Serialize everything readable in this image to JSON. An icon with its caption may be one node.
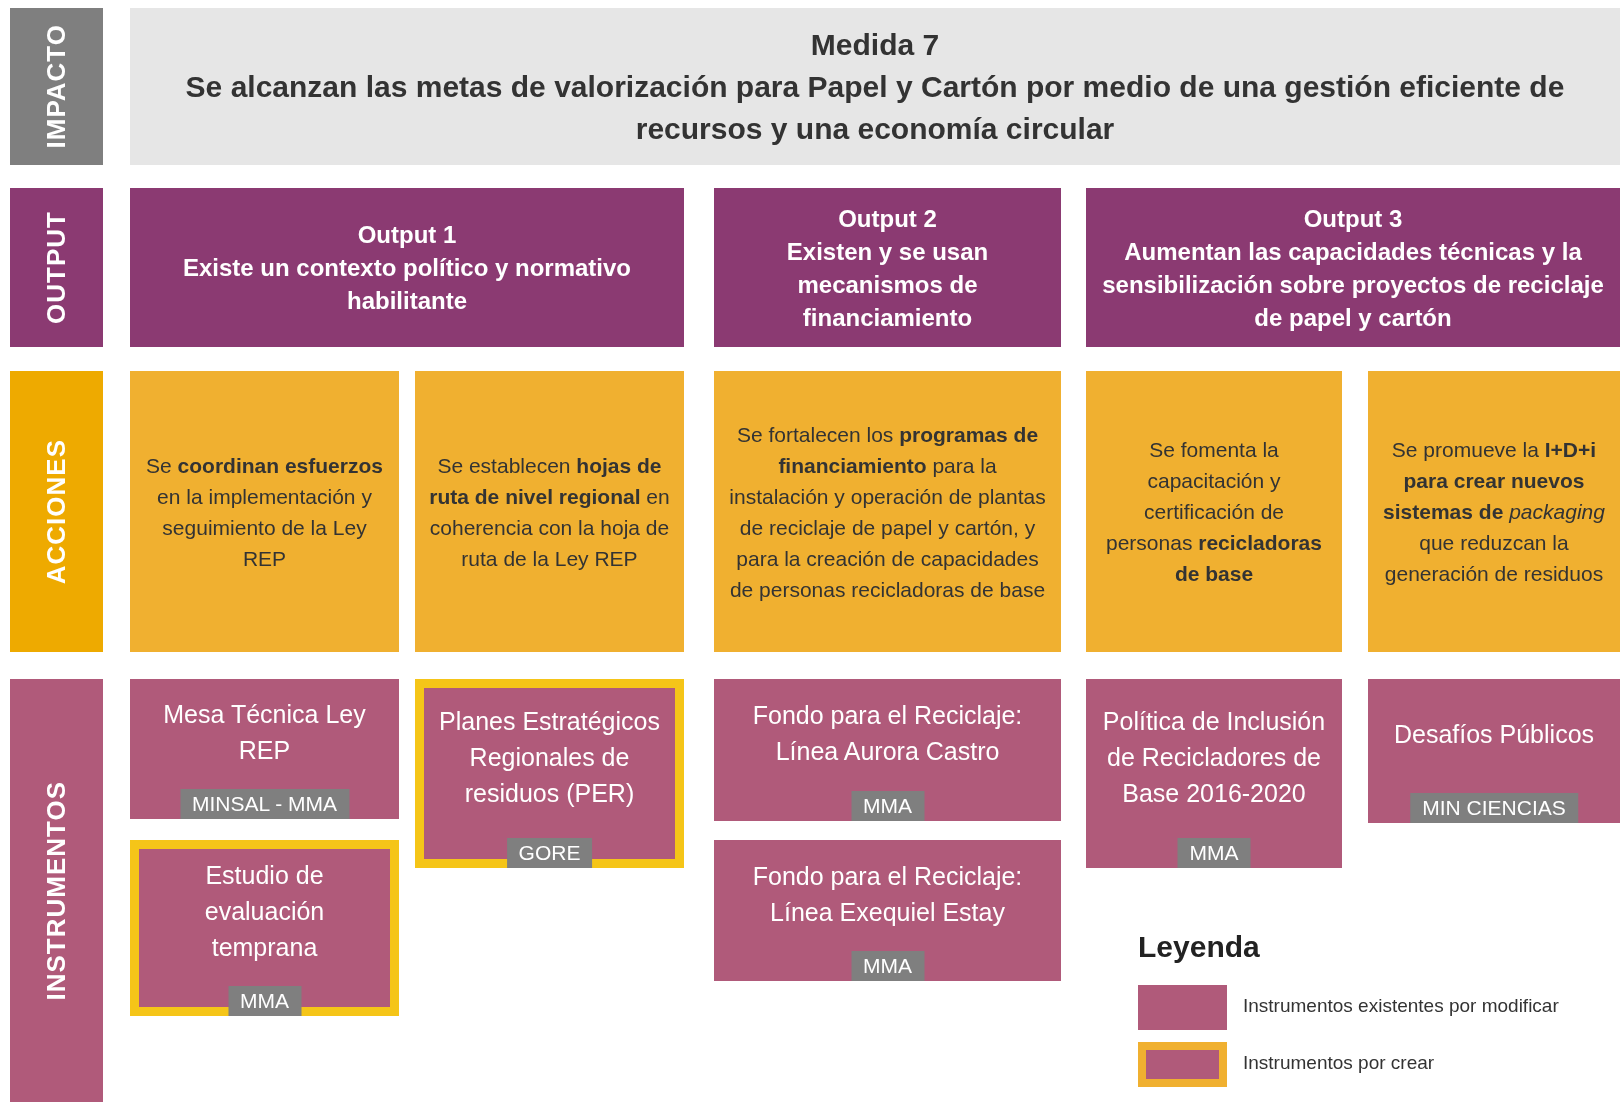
{
  "diagram": {
    "nodes": [
      {
        "text": [
          "IMPACTO"
        ]
      },
      {
        "text": [
          "Medida 7",
          "Se alcanzan las metas de valorización para Papel y Cartón por medio de una gestión eficiente de recursos y una economía circular"
        ]
      },
      {
        "text": [
          "OUTPUT"
        ]
      },
      {
        "text": [
          "Output 1",
          "Existe un contexto político y normativo habilitante"
        ]
      },
      {
        "text": [
          "Output 2",
          "Existen y se usan mecanismos de financiamiento"
        ]
      },
      {
        "text": [
          "Output 3",
          "Aumentan las capacidades técnicas y la sensibilización sobre proyectos de reciclaje de papel y cartón"
        ]
      },
      {
        "text": [
          "ACCIONES"
        ]
      },
      {
        "text": [
          "Se **coordinan esfuerzos** en la implementación y seguimiento de la Ley REP"
        ]
      },
      {
        "text": [
          "Se establecen **hojas de ruta de nivel regional** en coherencia con la hoja de ruta de la Ley REP"
        ]
      },
      {
        "text": [
          "Se fortalecen los **programas de financiamiento** para la instalación y operación de plantas de reciclaje de papel y cartón, y para la creación de capacidades de personas recicladoras de base"
        ]
      },
      {
        "text": [
          "Se fomenta la capacitación y certificación de personas **recicladoras de base**"
        ]
      },
      {
        "text": [
          "Se promueve la **I+D+i para crear nuevos sistemas de** *packaging* que reduzcan la generación de residuos"
        ]
      },
      {
        "text": [
          "INSTRUMENTOS"
        ]
      },
      {
        "text": [
          "Mesa Técnica Ley REP",
          "MINSAL - MMA"
        ]
      },
      {
        "text": [
          "Estudio de evaluación temprana",
          "MMA"
        ]
      },
      {
        "text": [
          "Planes Estratégicos Regionales de residuos (PER)",
          "GORE"
        ]
      },
      {
        "text": [
          "Fondo para el Reciclaje: Línea Aurora Castro",
          "MMA"
        ]
      },
      {
        "text": [
          "Fondo para el Reciclaje: Línea Exequiel Estay",
          "MMA"
        ]
      },
      {
        "text": [
          "Política de Inclusión de Recicladores de Base 2016-2020",
          "MMA"
        ]
      },
      {
        "text": [
          "Desafíos Públicos",
          "MIN CIENCIAS"
        ]
      }
    ],
    "labels": [
      "Leyenda"
    ],
    "legend": [
      {
        "text": "Instrumentos existentes por modificar",
        "color": "#b05a7a"
      },
      {
        "text": "Instrumentos por crear"
      }
    ]
  }
}
